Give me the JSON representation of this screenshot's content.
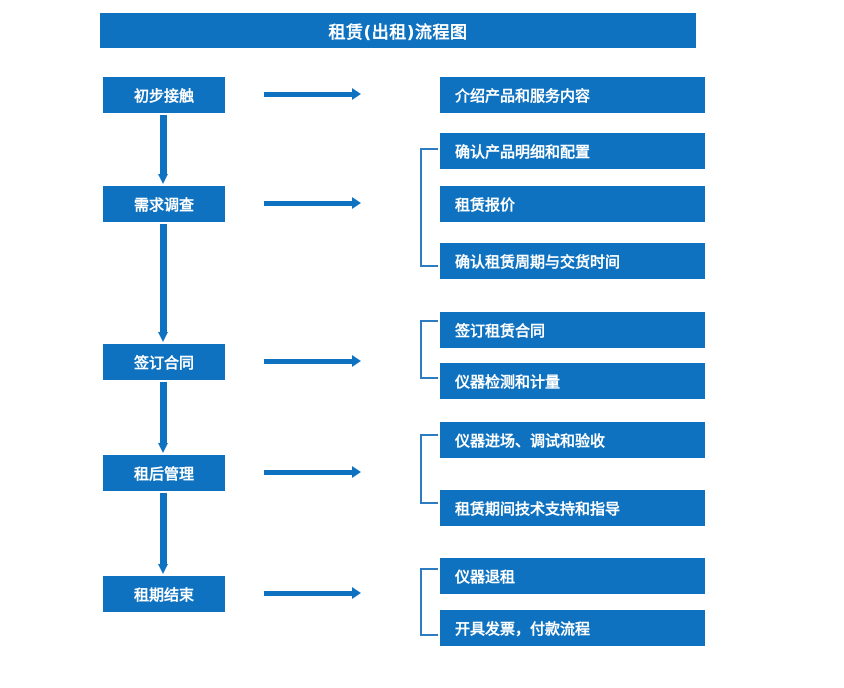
{
  "title": "租赁(出租)流程图",
  "colors": {
    "accent": "#0f72c0",
    "bracket": "#2f7bbf",
    "text_on_accent": "#ffffff",
    "background": "#ffffff"
  },
  "stages": [
    {
      "label": "初步接触"
    },
    {
      "label": "需求调查"
    },
    {
      "label": "签订合同"
    },
    {
      "label": "租后管理"
    },
    {
      "label": "租期结束"
    }
  ],
  "details": [
    {
      "label": "介绍产品和服务内容"
    },
    {
      "label": "确认产品明细和配置"
    },
    {
      "label": "租赁报价"
    },
    {
      "label": "确认租赁周期与交货时间"
    },
    {
      "label": "签订租赁合同"
    },
    {
      "label": "仪器检测和计量"
    },
    {
      "label": "仪器进场、调试和验收"
    },
    {
      "label": "租赁期间技术支持和指导"
    },
    {
      "label": "仪器退租"
    },
    {
      "label": "开具发票，付款流程"
    }
  ]
}
